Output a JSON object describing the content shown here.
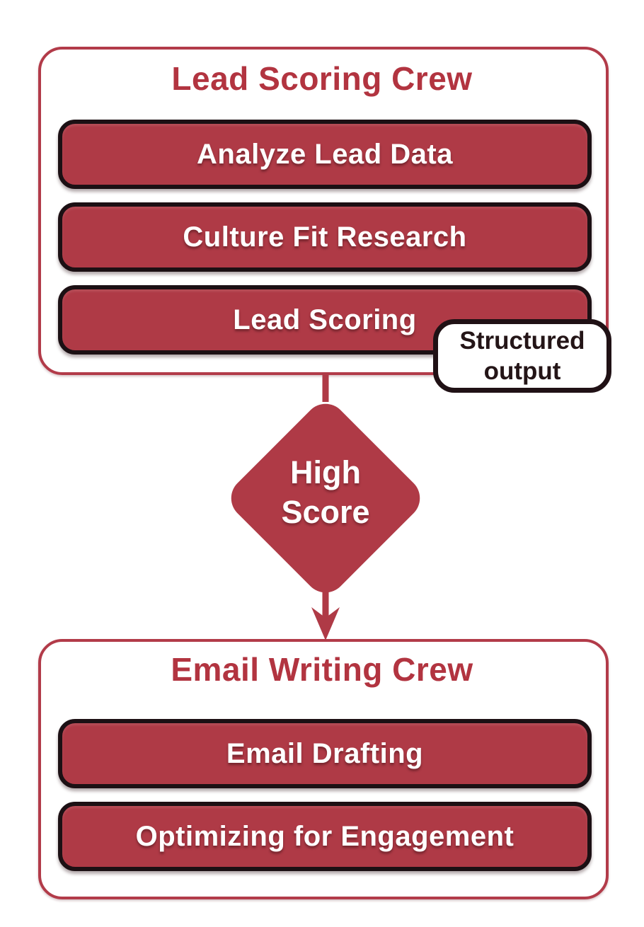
{
  "colors": {
    "red_fill": "#AF3A46",
    "red_box_border": "#B23B49",
    "red_title_text": "#B23440",
    "dark_button_border": "#1C1014",
    "callout_border": "#201115",
    "callout_text": "#241517",
    "task_text": "#FFFFFF",
    "background": "#FFFFFF"
  },
  "crews": [
    {
      "title": "Lead Scoring Crew",
      "tasks": [
        "Analyze Lead Data",
        "Culture Fit Research",
        "Lead Scoring"
      ]
    },
    {
      "title": "Email Writing Crew",
      "tasks": [
        "Email Drafting",
        "Optimizing for Engagement"
      ]
    }
  ],
  "callout": {
    "line1": "Structured",
    "line2": "output"
  },
  "decision": {
    "line1": "High",
    "line2": "Score"
  }
}
